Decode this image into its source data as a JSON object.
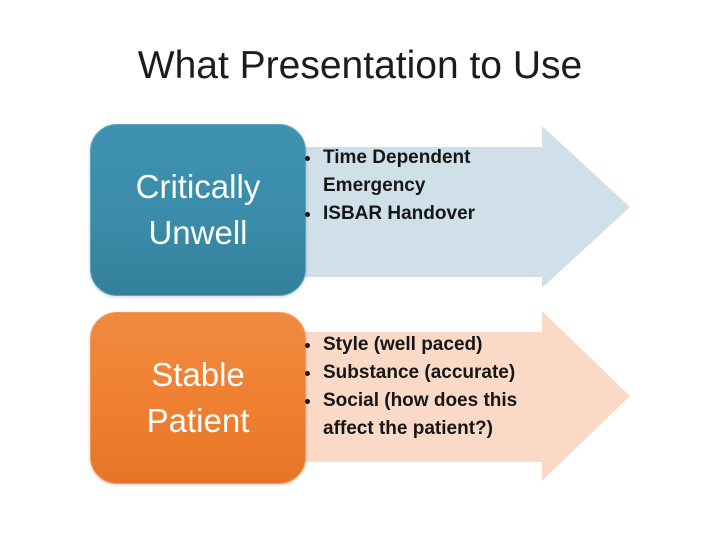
{
  "slide": {
    "title": "What Presentation to Use",
    "groups": [
      {
        "label": "Critically Unwell",
        "label_lines": [
          "Critically",
          "Unwell"
        ],
        "box_color": "#3A8CA9",
        "box_text_color": "#FFFFFF",
        "arrow_color": "#CFE0E9",
        "bullets": [
          "Time Dependent Emergency",
          "ISBAR Handover"
        ]
      },
      {
        "label": "Stable Patient",
        "label_lines": [
          "Stable",
          "Patient"
        ],
        "box_color": "#EF7F31",
        "box_text_color": "#FFFFFF",
        "arrow_color": "#FAD9C7",
        "bullets": [
          "Style (well paced)",
          "Substance (accurate)",
          "Social (how does this affect the patient?)"
        ]
      }
    ],
    "bullet_text_color": "#161616",
    "title_color": "#1C1C1C",
    "background_color": "#FFFFFF"
  }
}
